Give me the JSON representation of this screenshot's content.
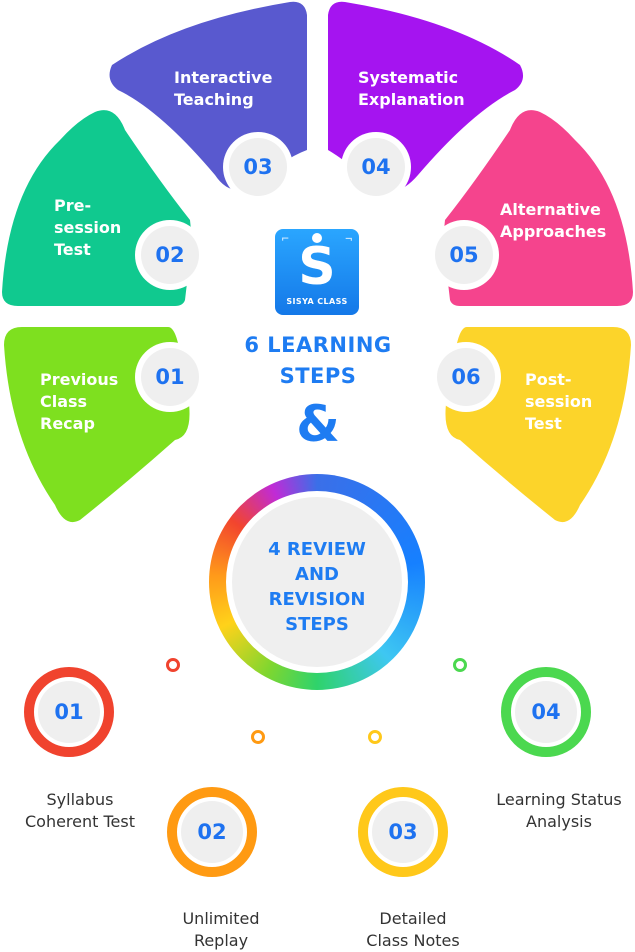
{
  "title": "6 LEARNING\nSTEPS",
  "ampersand": "&",
  "review_title": "4 REVIEW\nAND\nREVISION\nSTEPS",
  "logo": {
    "name": "SISYA CLASS",
    "letter": "S",
    "icon": "sisya-class-logo"
  },
  "learning_steps": [
    {
      "number": "01",
      "label": "Previous\nClass\nRecap",
      "color": "#7ee01f"
    },
    {
      "number": "02",
      "label": "Pre-\nsession\nTest",
      "color": "#10c98f"
    },
    {
      "number": "03",
      "label": "Interactive\nTeaching",
      "color": "#5959cf"
    },
    {
      "number": "04",
      "label": "Systematic\nExplanation",
      "color": "#a514f0"
    },
    {
      "number": "05",
      "label": "Alternative\nApproaches",
      "color": "#f5448d"
    },
    {
      "number": "06",
      "label": "Post-\nsession\nTest",
      "color": "#fcd42a"
    }
  ],
  "review_steps": [
    {
      "number": "01",
      "label": "Syllabus\nCoherent Test",
      "color": "#f0432e"
    },
    {
      "number": "02",
      "label": "Unlimited\nReplay",
      "color": "#ff9a12"
    },
    {
      "number": "03",
      "label": "Detailed\nClass Notes",
      "color": "#ffc81a"
    },
    {
      "number": "04",
      "label": "Learning Status\nAnalysis",
      "color": "#4bd84f"
    }
  ],
  "decor_dots": [
    {
      "color": "#f0432e"
    },
    {
      "color": "#ff9a12"
    },
    {
      "color": "#ffc81a"
    },
    {
      "color": "#4bd84f"
    }
  ],
  "text_color": "#1e7cf2"
}
